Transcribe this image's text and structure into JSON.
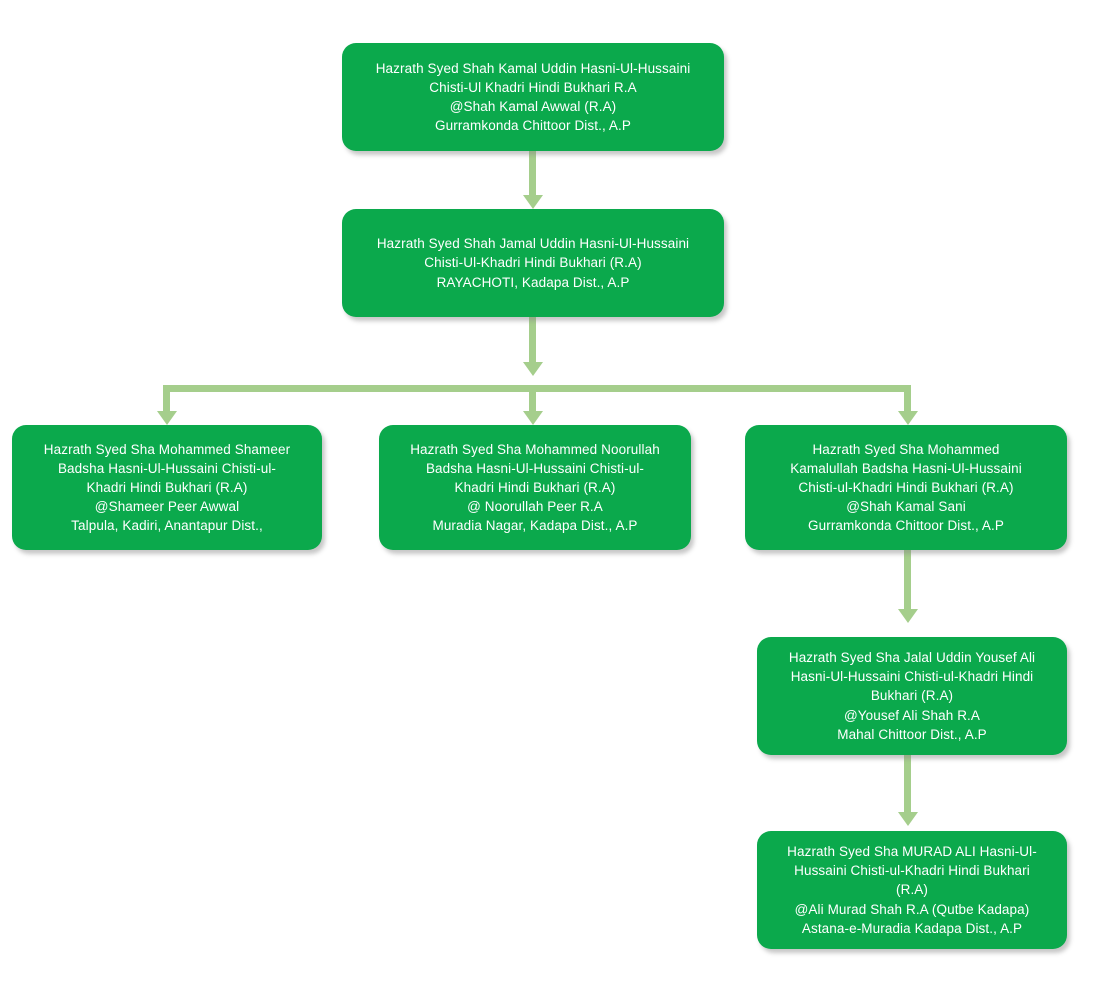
{
  "diagram": {
    "type": "genealogy-flowchart",
    "orientation": "top-down",
    "colors": {
      "node_fill": "#0BA94C",
      "node_text": "#FFFFFF",
      "connector": "#A5CE8C",
      "background": "#FFFFFF"
    },
    "nodes": [
      {
        "id": "kamal-uddin",
        "level": 1,
        "text": "Hazrath Syed Shah Kamal Uddin Hasni-Ul-Hussaini\nChisti-Ul Khadri Hindi Bukhari R.A\n@Shah Kamal Awwal (R.A)\nGurramkonda Chittoor Dist., A.P"
      },
      {
        "id": "jamal-uddin",
        "level": 2,
        "text": "Hazrath Syed Shah Jamal Uddin Hasni-Ul-Hussaini\nChisti-Ul-Khadri Hindi Bukhari (R.A)\nRAYACHOTI, Kadapa Dist., A.P"
      },
      {
        "id": "shameer",
        "level": 3,
        "text": "Hazrath Syed Sha Mohammed Shameer\nBadsha Hasni-Ul-Hussaini Chisti-ul-\nKhadri Hindi Bukhari (R.A)\n@Shameer Peer Awwal\nTalpula, Kadiri, Anantapur Dist.,"
      },
      {
        "id": "noorullah",
        "level": 3,
        "text": "Hazrath Syed Sha Mohammed Noorullah\nBadsha Hasni-Ul-Hussaini Chisti-ul-\nKhadri Hindi Bukhari (R.A)\n@ Noorullah Peer R.A\nMuradia Nagar, Kadapa Dist., A.P"
      },
      {
        "id": "kamalullah",
        "level": 3,
        "text": "Hazrath Syed Sha Mohammed\nKamalullah Badsha Hasni-Ul-Hussaini\nChisti-ul-Khadri Hindi Bukhari (R.A)\n@Shah Kamal Sani\nGurramkonda Chittoor Dist., A.P"
      },
      {
        "id": "yousef-ali",
        "level": 4,
        "text": "Hazrath Syed Sha Jalal Uddin Yousef Ali\nHasni-Ul-Hussaini Chisti-ul-Khadri Hindi\nBukhari (R.A)\n@Yousef Ali Shah R.A\nMahal Chittoor Dist., A.P"
      },
      {
        "id": "murad-ali",
        "level": 5,
        "text": "Hazrath Syed Sha MURAD ALI Hasni-Ul-\nHussaini Chisti-ul-Khadri Hindi Bukhari\n(R.A)\n@Ali Murad Shah R.A (Qutbe Kadapa)\nAstana-e-Muradia Kadapa Dist., A.P"
      }
    ],
    "edges": [
      {
        "from": "kamal-uddin",
        "to": "jamal-uddin"
      },
      {
        "from": "jamal-uddin",
        "to": "shameer"
      },
      {
        "from": "jamal-uddin",
        "to": "noorullah"
      },
      {
        "from": "jamal-uddin",
        "to": "kamalullah"
      },
      {
        "from": "kamalullah",
        "to": "yousef-ali"
      },
      {
        "from": "yousef-ali",
        "to": "murad-ali"
      }
    ]
  }
}
